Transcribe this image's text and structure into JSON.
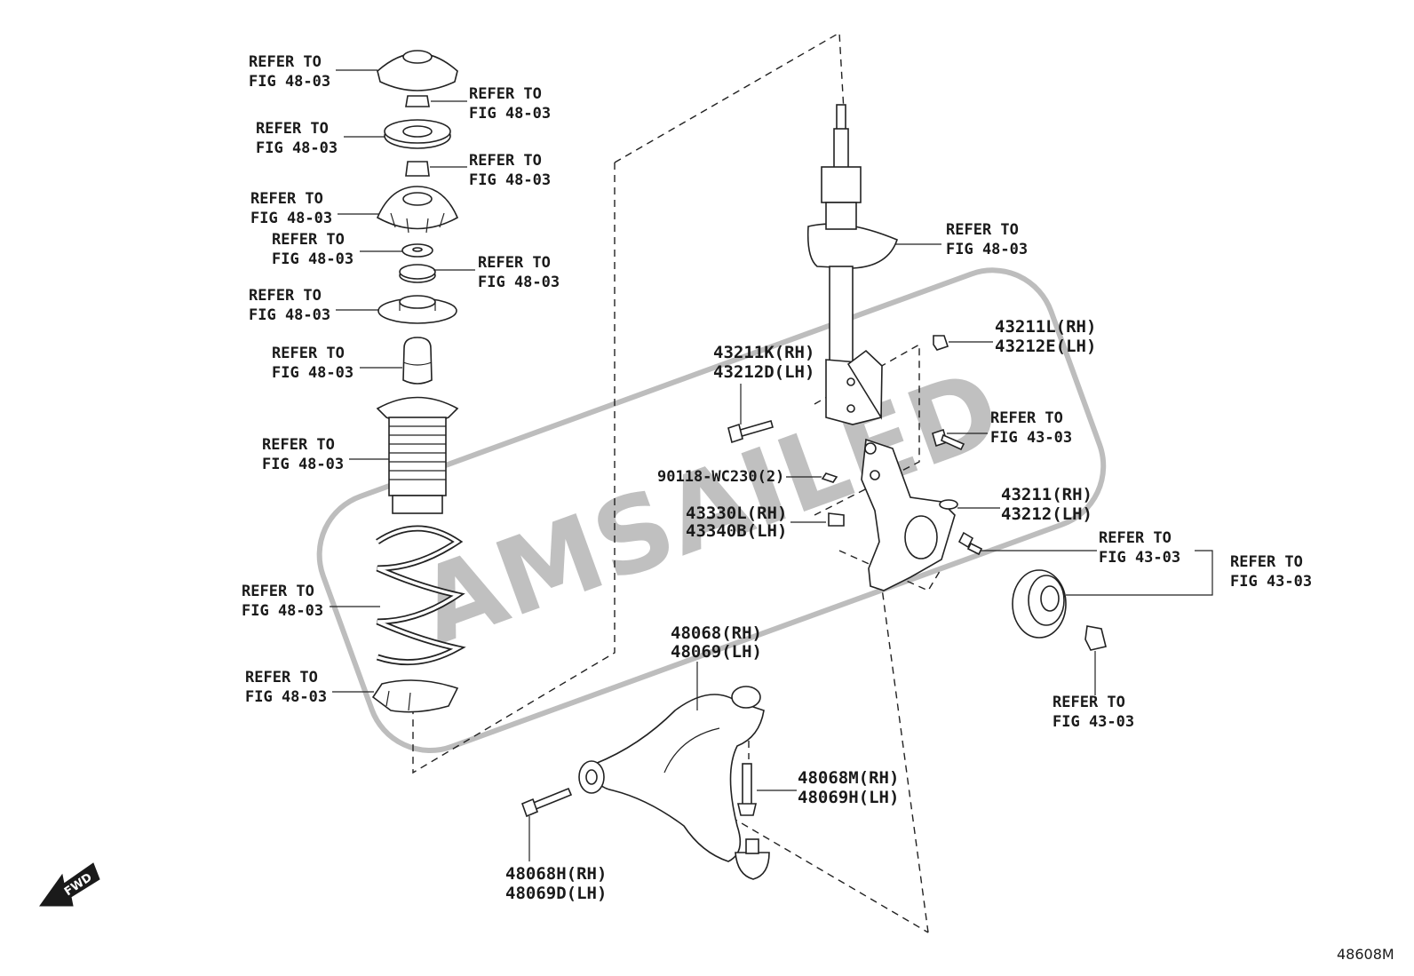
{
  "watermark": "AMSAILED",
  "refs": {
    "fig4803": [
      "REFER TO",
      "FIG 48-03"
    ],
    "fig4303": [
      "REFER TO",
      "FIG 43-03"
    ]
  },
  "parts": {
    "knuckle_bolt_upper": [
      "43211K(RH)",
      "43212D(LH)"
    ],
    "knuckle_nut": [
      "43211L(RH)",
      "43212E(LH)"
    ],
    "clip": "90118-WC230(2)",
    "nut_43330": [
      "43330L(RH)",
      "43340B(LH)"
    ],
    "knuckle": [
      "43211(RH)",
      "43212(LH)"
    ],
    "lower_arm": [
      "48068(RH)",
      "48069(LH)"
    ],
    "arm_bolt_vertical": [
      "48068M(RH)",
      "48069H(LH)"
    ],
    "arm_bolt_front": [
      "48068H(RH)",
      "48069D(LH)"
    ]
  },
  "fwd_label": "FWD",
  "figure_number": "48608M"
}
